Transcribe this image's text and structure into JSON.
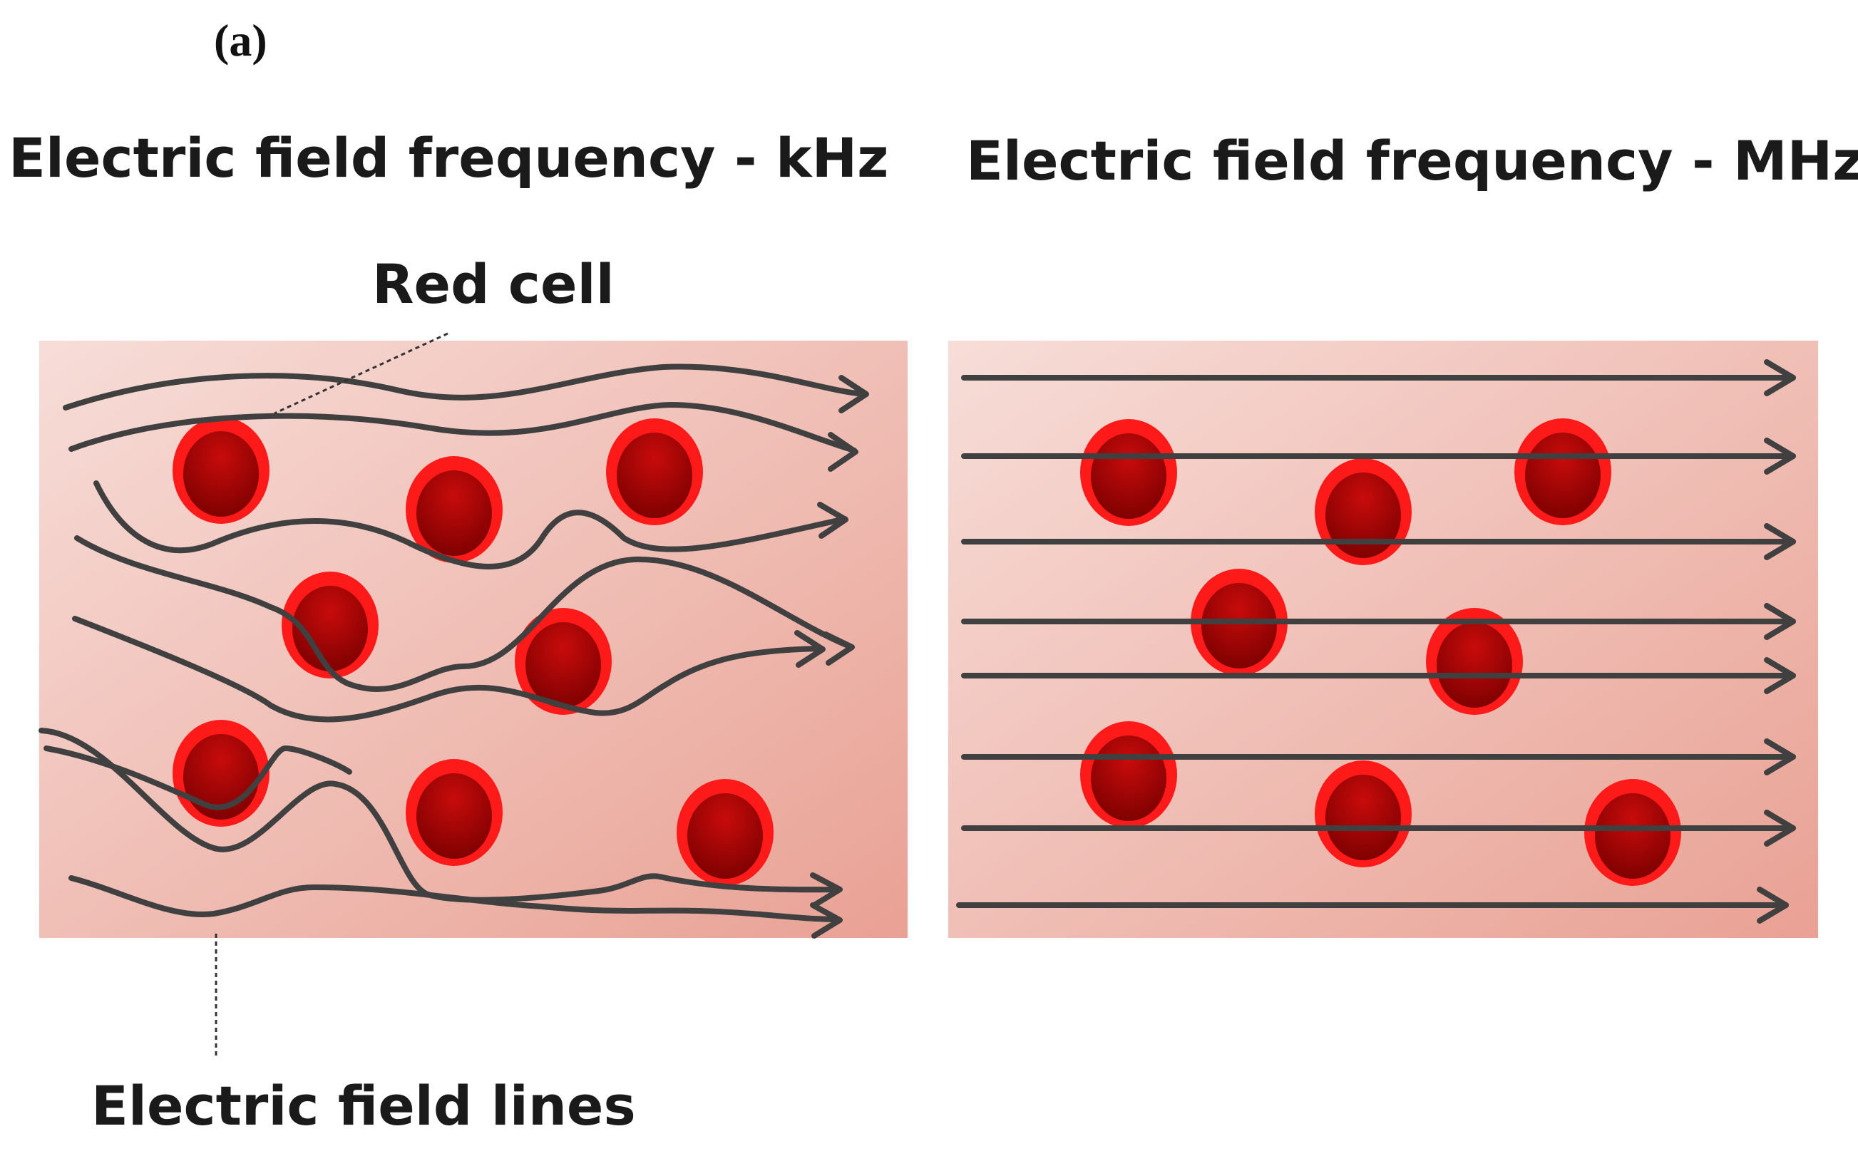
{
  "panel_label": "(a)",
  "left_panel": {
    "title": "Electric field frequency - kHz"
  },
  "right_panel": {
    "title": "Electric field frequency - MHz"
  },
  "annotations": {
    "red_cell": "Red cell",
    "field_lines": "Electric field lines"
  },
  "colors": {
    "panel_light": "#f7ddd8",
    "panel_dark": "#e9a194",
    "cell_rim": "#ff1a1a",
    "cell_inner_light": "#c80b0b",
    "cell_inner_dark": "#7a0000",
    "field_line": "#404040"
  }
}
